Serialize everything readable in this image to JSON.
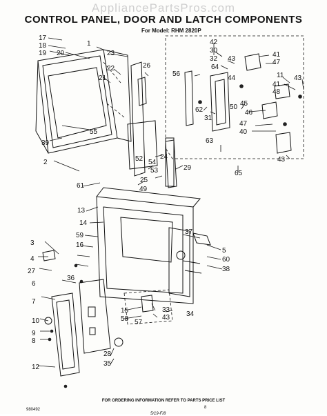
{
  "watermark": "AppliancePartsPros.com",
  "title": "CONTROL PANEL, DOOR AND LATCH COMPONENTS",
  "subtitle": "For Model: RHM 2820P",
  "footer": "FOR ORDERING INFORMATION REFER TO PARTS PRICE LIST",
  "page_number": "8",
  "catalog_number": "980492",
  "revision_mark": "5/19-F/8",
  "part_numbers": [
    "17",
    "18",
    "19",
    "20",
    "1",
    "23",
    "22",
    "21",
    "26",
    "55",
    "39",
    "2",
    "52",
    "54",
    "53",
    "24",
    "25",
    "61",
    "49",
    "29",
    "42",
    "30",
    "32",
    "64",
    "43",
    "41",
    "47",
    "11",
    "48",
    "44",
    "50",
    "56",
    "62",
    "31",
    "63",
    "45",
    "46",
    "47",
    "40",
    "43",
    "65",
    "13",
    "14",
    "59",
    "16",
    "3",
    "4",
    "27",
    "36",
    "6",
    "7",
    "10",
    "9",
    "8",
    "12",
    "28",
    "35",
    "37",
    "5",
    "60",
    "38",
    "15",
    "58",
    "57",
    "33",
    "43",
    "34"
  ]
}
